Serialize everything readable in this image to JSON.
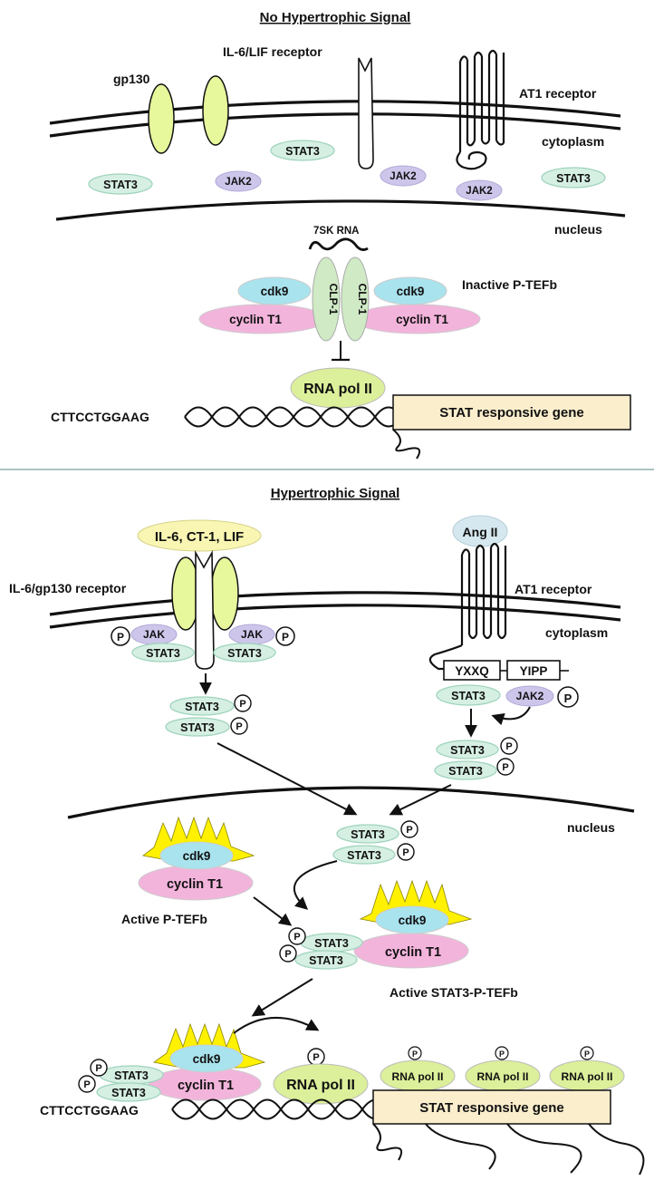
{
  "top": {
    "title": "No Hypertrophic Signal",
    "gp130_label": "gp130",
    "il6_receptor_label": "IL-6/LIF receptor",
    "at1_label": "AT1 receptor",
    "cytoplasm_label": "cytoplasm",
    "nucleus_label": "nucleus",
    "stat3": "STAT3",
    "jak2": "JAK2",
    "rna_7sk": "7SK RNA",
    "clp1": "CLP-1",
    "cdk9": "cdk9",
    "cyclin": "cyclin T1",
    "inactive_label": "Inactive P-TEFb",
    "rna_pol": "RNA pol II",
    "dna_seq": "CTTCCTGGAAG",
    "gene": "STAT responsive gene"
  },
  "bottom": {
    "title": "Hypertrophic Signal",
    "ligand_il6": "IL-6, CT-1, LIF",
    "ligand_ang": "Ang II",
    "il6_receptor_label": "IL-6/gp130 receptor",
    "at1_label": "AT1 receptor",
    "cytoplasm_label": "cytoplasm",
    "nucleus_label": "nucleus",
    "jak": "JAK",
    "jak2": "JAK2",
    "stat3": "STAT3",
    "p": "P",
    "motif_yxxq": "YXXQ",
    "motif_yipp": "YIPP",
    "cdk9": "cdk9",
    "cyclin": "cyclin T1",
    "active_ptefb": "Active P-TEFb",
    "active_stat3_ptefb": "Active STAT3-P-TEFb",
    "rna_pol": "RNA pol II",
    "rna_pol_small": "RNA pol II",
    "dna_seq": "CTTCCTGGAAG",
    "gene": "STAT responsive gene"
  },
  "colors": {
    "stat3_fill": "#d6efe3",
    "stat3_stroke": "#9fd4bd",
    "jak_fill": "#cdc6ea",
    "cdk9_fill": "#a9e3ee",
    "cyclin_fill": "#f3b4dc",
    "clp_fill": "#cfeac4",
    "gp130_fill": "#e6f79c",
    "polII_fill": "#dcef9a",
    "gene_fill": "#fbeecd",
    "ligand_il6_fill": "#f8f6b2",
    "ligand_ang_fill": "#d6e8ef",
    "spike_fill": "#fff100",
    "divider": "#8fb1ad"
  }
}
